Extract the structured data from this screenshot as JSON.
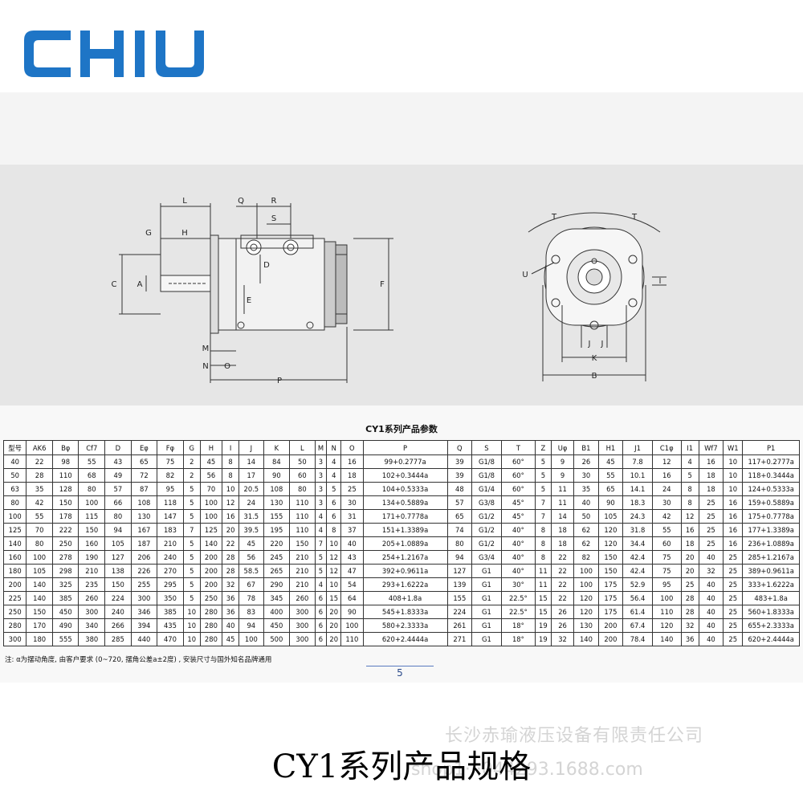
{
  "logo": {
    "text": "CHIU",
    "color": "#1e75c6"
  },
  "drawing": {
    "side_labels": [
      "L",
      "Q",
      "R",
      "S",
      "G",
      "H",
      "C",
      "A",
      "D",
      "E",
      "F",
      "M",
      "N",
      "O",
      "P"
    ],
    "front_labels": [
      "T",
      "T",
      "U",
      "I",
      "J",
      "J",
      "K",
      "B"
    ]
  },
  "table": {
    "title": "CY1系列产品参数",
    "headers": [
      "型号",
      "AK6",
      "Bφ",
      "Cf7",
      "D",
      "Eφ",
      "Fφ",
      "G",
      "H",
      "I",
      "J",
      "K",
      "L",
      "M",
      "N",
      "O",
      "P",
      "Q",
      "S",
      "T",
      "Z",
      "Uφ",
      "B1",
      "H1",
      "J1",
      "C1φ",
      "I1",
      "Wf7",
      "W1",
      "P1"
    ],
    "rows": [
      [
        "40",
        "22",
        "98",
        "55",
        "43",
        "65",
        "75",
        "2",
        "45",
        "8",
        "14",
        "84",
        "50",
        "3",
        "4",
        "16",
        "99+0.2777a",
        "39",
        "G1/8",
        "60°",
        "5",
        "9",
        "26",
        "45",
        "7.8",
        "12",
        "4",
        "16",
        "10",
        "117+0.2777a"
      ],
      [
        "50",
        "28",
        "110",
        "68",
        "49",
        "72",
        "82",
        "2",
        "56",
        "8",
        "17",
        "90",
        "60",
        "3",
        "4",
        "18",
        "102+0.3444a",
        "39",
        "G1/8",
        "60°",
        "5",
        "9",
        "30",
        "55",
        "10.1",
        "16",
        "5",
        "18",
        "10",
        "118+0.3444a"
      ],
      [
        "63",
        "35",
        "128",
        "80",
        "57",
        "87",
        "95",
        "5",
        "70",
        "10",
        "20.5",
        "108",
        "80",
        "3",
        "5",
        "25",
        "104+0.5333a",
        "48",
        "G1/4",
        "60°",
        "5",
        "11",
        "35",
        "65",
        "14.1",
        "24",
        "8",
        "18",
        "10",
        "124+0.5333a"
      ],
      [
        "80",
        "42",
        "150",
        "100",
        "66",
        "108",
        "118",
        "5",
        "100",
        "12",
        "24",
        "130",
        "110",
        "3",
        "6",
        "30",
        "134+0.5889a",
        "57",
        "G3/8",
        "45°",
        "7",
        "11",
        "40",
        "90",
        "18.3",
        "30",
        "8",
        "25",
        "16",
        "159+0.5889a"
      ],
      [
        "100",
        "55",
        "178",
        "115",
        "80",
        "130",
        "147",
        "5",
        "100",
        "16",
        "31.5",
        "155",
        "110",
        "4",
        "6",
        "31",
        "171+0.7778a",
        "65",
        "G1/2",
        "45°",
        "7",
        "14",
        "50",
        "105",
        "24.3",
        "42",
        "12",
        "25",
        "16",
        "175+0.7778a"
      ],
      [
        "125",
        "70",
        "222",
        "150",
        "94",
        "167",
        "183",
        "7",
        "125",
        "20",
        "39.5",
        "195",
        "110",
        "4",
        "8",
        "37",
        "151+1.3389a",
        "74",
        "G1/2",
        "40°",
        "8",
        "18",
        "62",
        "120",
        "31.8",
        "55",
        "16",
        "25",
        "16",
        "177+1.3389a"
      ],
      [
        "140",
        "80",
        "250",
        "160",
        "105",
        "187",
        "210",
        "5",
        "140",
        "22",
        "45",
        "220",
        "150",
        "7",
        "10",
        "40",
        "205+1.0889a",
        "80",
        "G1/2",
        "40°",
        "8",
        "18",
        "62",
        "120",
        "34.4",
        "60",
        "18",
        "25",
        "16",
        "236+1.0889a"
      ],
      [
        "160",
        "100",
        "278",
        "190",
        "127",
        "206",
        "240",
        "5",
        "200",
        "28",
        "56",
        "245",
        "210",
        "5",
        "12",
        "43",
        "254+1.2167a",
        "94",
        "G3/4",
        "40°",
        "8",
        "22",
        "82",
        "150",
        "42.4",
        "75",
        "20",
        "40",
        "25",
        "285+1.2167a"
      ],
      [
        "180",
        "105",
        "298",
        "210",
        "138",
        "226",
        "270",
        "5",
        "200",
        "28",
        "58.5",
        "265",
        "210",
        "5",
        "12",
        "47",
        "392+0.9611a",
        "127",
        "G1",
        "40°",
        "11",
        "22",
        "100",
        "150",
        "42.4",
        "75",
        "20",
        "32",
        "25",
        "389+0.9611a"
      ],
      [
        "200",
        "140",
        "325",
        "235",
        "150",
        "255",
        "295",
        "5",
        "200",
        "32",
        "67",
        "290",
        "210",
        "4",
        "10",
        "54",
        "293+1.6222a",
        "139",
        "G1",
        "30°",
        "11",
        "22",
        "100",
        "175",
        "52.9",
        "95",
        "25",
        "40",
        "25",
        "333+1.6222a"
      ],
      [
        "225",
        "140",
        "385",
        "260",
        "224",
        "300",
        "350",
        "5",
        "250",
        "36",
        "78",
        "345",
        "260",
        "6",
        "15",
        "64",
        "408+1.8a",
        "155",
        "G1",
        "22.5°",
        "15",
        "22",
        "120",
        "175",
        "56.4",
        "100",
        "28",
        "40",
        "25",
        "483+1.8a"
      ],
      [
        "250",
        "150",
        "450",
        "300",
        "240",
        "346",
        "385",
        "10",
        "280",
        "36",
        "83",
        "400",
        "300",
        "6",
        "20",
        "90",
        "545+1.8333a",
        "224",
        "G1",
        "22.5°",
        "15",
        "26",
        "120",
        "175",
        "61.4",
        "110",
        "28",
        "40",
        "25",
        "560+1.8333a"
      ],
      [
        "280",
        "170",
        "490",
        "340",
        "266",
        "394",
        "435",
        "10",
        "280",
        "40",
        "94",
        "450",
        "300",
        "6",
        "20",
        "100",
        "580+2.3333a",
        "261",
        "G1",
        "18°",
        "19",
        "26",
        "130",
        "200",
        "67.4",
        "120",
        "32",
        "40",
        "25",
        "655+2.3333a"
      ],
      [
        "300",
        "180",
        "555",
        "380",
        "285",
        "440",
        "470",
        "10",
        "280",
        "45",
        "100",
        "500",
        "300",
        "6",
        "20",
        "110",
        "620+2.4444a",
        "271",
        "G1",
        "18°",
        "19",
        "32",
        "140",
        "200",
        "78.4",
        "140",
        "36",
        "40",
        "25",
        "620+2.4444a"
      ]
    ],
    "col_widths": [
      27,
      31,
      31,
      31,
      31,
      31,
      31,
      20,
      26,
      20,
      29,
      31,
      30,
      14,
      17,
      26,
      100,
      29,
      35,
      40,
      19,
      27,
      29,
      29,
      35,
      34,
      21,
      29,
      23,
      67
    ]
  },
  "note": "注: α为摆动角度, 由客户要求 (0~720, 摆角公差a±2度) , 安装尺寸与国外知名品牌通用",
  "page_number": "5",
  "watermark": {
    "line1": "长沙赤瑜液压设备有限责任公司",
    "line2": "shop1···044293.1688.com"
  },
  "caption": "CY1系列产品规格"
}
